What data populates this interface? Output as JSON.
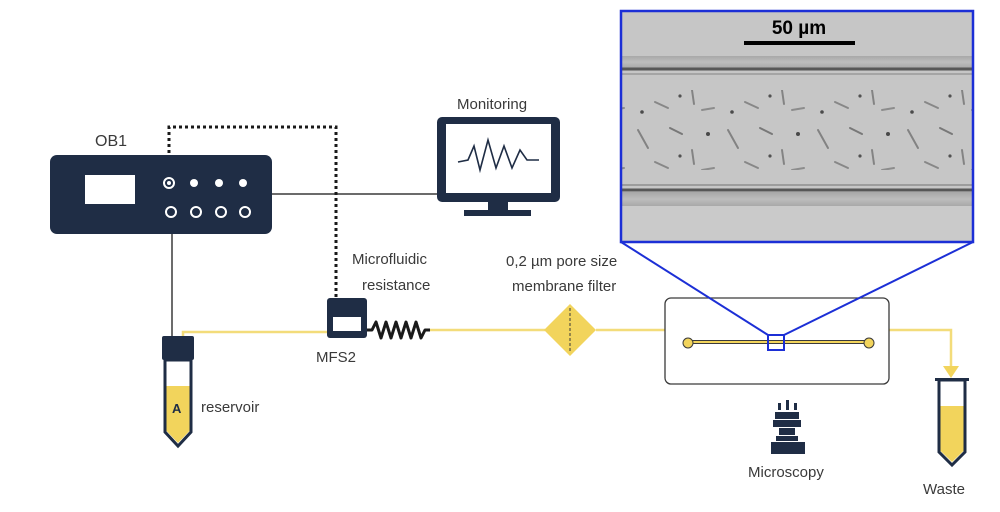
{
  "labels": {
    "ob1": "OB1",
    "monitoring": "Monitoring",
    "resistance_line1": "Microfluidic",
    "resistance_line2": "resistance",
    "mfs2": "MFS2",
    "filter_line1": "0,2 µm pore size",
    "filter_line2": "membrane filter",
    "reservoir": "reservoir",
    "reservoir_letter": "A",
    "microscopy": "Microscopy",
    "waste": "Waste",
    "scale_bar": "50 µm"
  },
  "colors": {
    "device": "#1f2d45",
    "fluid": "#f2d45c",
    "fluid_line": "#f3dc7a",
    "zoom_frame": "#1c2fd6",
    "text": "#3a3a3a"
  },
  "icons": [
    "ob1-controller-icon",
    "monitor-icon",
    "flow-sensor-icon",
    "resistance-coil-icon",
    "filter-icon",
    "microscope-icon",
    "tube-icon",
    "chip-icon"
  ]
}
